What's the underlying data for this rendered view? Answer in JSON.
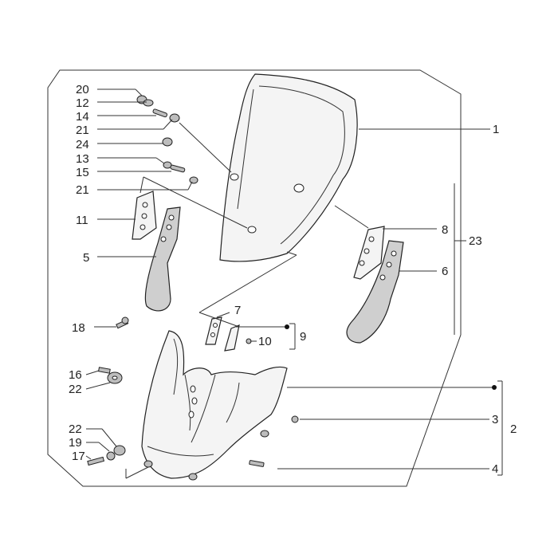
{
  "diagram": {
    "labels": {
      "l20": "20",
      "l12": "12",
      "l14": "14",
      "l21a": "21",
      "l24": "24",
      "l13": "13",
      "l15": "15",
      "l21b": "21",
      "l11": "11",
      "l5": "5",
      "l1": "1",
      "l8": "8",
      "l23": "23",
      "l6": "6",
      "l18": "18",
      "l7": "7",
      "l9": "9",
      "l10": "10",
      "l16": "16",
      "l22a": "22",
      "l3": "3",
      "l2": "2",
      "l22b": "22",
      "l19": "19",
      "l17": "17",
      "l4": "4"
    }
  }
}
